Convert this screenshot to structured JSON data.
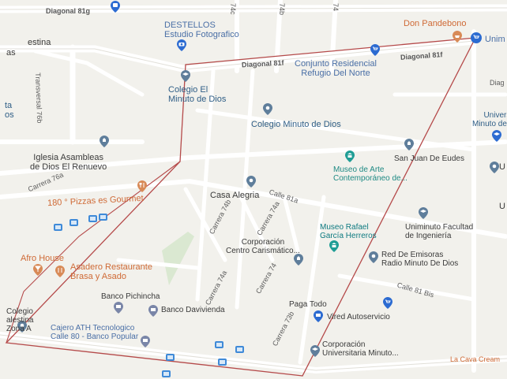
{
  "map": {
    "colors": {
      "boundary": "#b54a4a",
      "park": "#d6e6cc",
      "education_pin": "#5f7e9b",
      "culture_pin": "#1f9d95",
      "food_pin": "#d88a57",
      "shop_pin": "#2c6bd1",
      "bank_pin": "#7a86a8",
      "bus_stop": "#3f8ad8"
    },
    "roads": [
      {
        "id": "diagonal-81g",
        "label": "Diagonal 81g"
      },
      {
        "id": "diagonal-81f-a",
        "label": "Diagonal 81f"
      },
      {
        "id": "diagonal-81f-b",
        "label": "Diagonal 81f"
      },
      {
        "id": "transversal-76b",
        "label": "Transversal 76b"
      },
      {
        "id": "carrera-76a",
        "label": "Carrera 76a"
      },
      {
        "id": "calle-81a",
        "label": "Calle 81a"
      },
      {
        "id": "carrera-74b",
        "label": "Carrera 74b"
      },
      {
        "id": "carrera-74a-north",
        "label": "Carrera 74a"
      },
      {
        "id": "carrera-74a-south",
        "label": "Carrera 74a"
      },
      {
        "id": "carrera-74",
        "label": "Carrera 74"
      },
      {
        "id": "carrera-73b",
        "label": "Carrera 73b"
      },
      {
        "id": "calle-81bis",
        "label": "Calle 81 Bis"
      },
      {
        "id": "top-74c",
        "label": "74c"
      },
      {
        "id": "top-74b",
        "label": "74b"
      },
      {
        "id": "top-74",
        "label": "74"
      }
    ],
    "places": [
      {
        "id": "destellos",
        "lines": [
          "DESTELLOS",
          "Estudio Fotografico"
        ],
        "icon": "camera-shop-icon"
      },
      {
        "id": "conjunto",
        "lines": [
          "Conjunto Residencial",
          "Refugio Del Norte"
        ],
        "icon": ""
      },
      {
        "id": "don-pandebono",
        "lines": [
          "Don Pandebono"
        ],
        "icon": "bakery-icon"
      },
      {
        "id": "unim",
        "lines": [
          "Unim"
        ],
        "icon": "shopping-cart-icon"
      },
      {
        "id": "diag-right",
        "lines": [
          "Diag"
        ],
        "icon": ""
      },
      {
        "id": "colegio-el-minuto",
        "lines": [
          "Colegio El",
          "Minuto de Dios"
        ],
        "icon": "school-icon"
      },
      {
        "id": "colegio-minuto",
        "lines": [
          "Colegio Minuto de Dios"
        ],
        "icon": "school-icon"
      },
      {
        "id": "universidad",
        "lines": [
          "Universida",
          "Minuto de Dio"
        ],
        "icon": "school-icon"
      },
      {
        "id": "iglesia",
        "lines": [
          "Iglesia Asambleas",
          "de Dios El Renuevo"
        ],
        "icon": "church-icon"
      },
      {
        "id": "museo-arte",
        "lines": [
          "Museo de Arte",
          "Contemporáneo de..."
        ],
        "icon": "museum-icon"
      },
      {
        "id": "san-juan",
        "lines": [
          "San Juan De Eudes"
        ],
        "icon": "church-icon"
      },
      {
        "id": "pizzas",
        "lines": [
          "180 ° Pizzas es Gourmet"
        ],
        "icon": "restaurant-icon"
      },
      {
        "id": "casa-alegria",
        "lines": [
          "Casa Alegria"
        ],
        "icon": "place-icon"
      },
      {
        "id": "museo-rafael",
        "lines": [
          "Museo Rafael",
          "García Herreros"
        ],
        "icon": "museum-icon"
      },
      {
        "id": "uniminuto-ing",
        "lines": [
          "Uniminuto Facultad",
          "de Ingeniería"
        ],
        "icon": "school-icon"
      },
      {
        "id": "corporacion-centro",
        "lines": [
          "Corporación",
          "Centro Carismático..."
        ],
        "icon": "church-icon"
      },
      {
        "id": "red-emisoras",
        "lines": [
          "Red De Emisoras",
          "Radio Minuto De Dios"
        ],
        "icon": "place-icon"
      },
      {
        "id": "afro-house",
        "lines": [
          "Afro House"
        ],
        "icon": "bar-icon"
      },
      {
        "id": "asadero",
        "lines": [
          "Asadero Restaurante",
          "Brasa y Asado"
        ],
        "icon": "restaurant-icon"
      },
      {
        "id": "banco-pichincha",
        "lines": [
          "Banco Pichincha"
        ],
        "icon": "bank-icon"
      },
      {
        "id": "banco-davivienda",
        "lines": [
          "Banco Davivienda"
        ],
        "icon": "bank-icon"
      },
      {
        "id": "paga-todo",
        "lines": [
          "Paga Todo"
        ],
        "icon": "shop-icon"
      },
      {
        "id": "vired",
        "lines": [
          "Vired Autoservicio"
        ],
        "icon": "shopping-cart-icon"
      },
      {
        "id": "colegio-palestina",
        "lines": [
          "Colegio",
          "alestina",
          "Zona A"
        ],
        "icon": "school-icon"
      },
      {
        "id": "cajero",
        "lines": [
          "Cajero ATH Tecnologico",
          "Calle 80 - Banco Popular"
        ],
        "icon": "atm-icon"
      },
      {
        "id": "corporacion-univ",
        "lines": [
          "Corporación",
          "Universitaria Minuto..."
        ],
        "icon": "school-icon"
      },
      {
        "id": "la-cava",
        "lines": [
          "La Cava Cream"
        ],
        "icon": ""
      },
      {
        "id": "estina",
        "lines": [
          "estina"
        ],
        "icon": ""
      },
      {
        "id": "as-left",
        "lines": [
          "as"
        ],
        "icon": ""
      },
      {
        "id": "ta-bs",
        "lines": [
          "ta",
          "os"
        ],
        "icon": ""
      },
      {
        "id": "u-right-1",
        "lines": [
          "U"
        ],
        "icon": ""
      },
      {
        "id": "u-right-2",
        "lines": [
          "U"
        ],
        "icon": ""
      }
    ]
  }
}
